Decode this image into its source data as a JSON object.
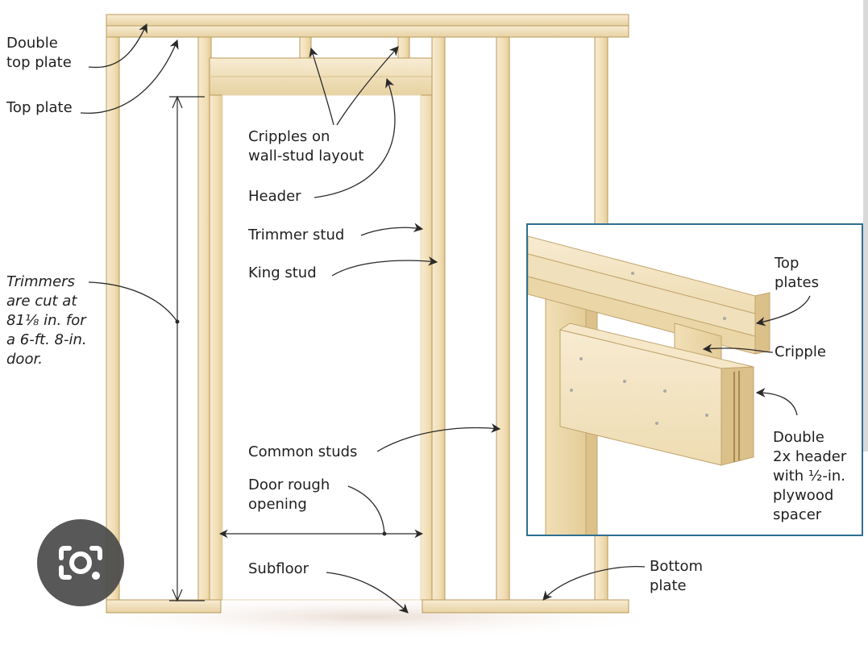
{
  "labels": {
    "double_top_plate": "Double\ntop plate",
    "top_plate": "Top plate",
    "cripples_layout": "Cripples on\nwall-stud layout",
    "header": "Header",
    "trimmer_stud": "Trimmer stud",
    "king_stud": "King stud",
    "trimmers_note": "Trimmers\nare cut at\n81⅛ in. for\na 6-ft. 8-in.\ndoor.",
    "common_studs": "Common studs",
    "door_rough_opening": "Door rough\nopening",
    "subfloor": "Subfloor",
    "bottom_plate": "Bottom\nplate"
  },
  "inset": {
    "top_plates": "Top\nplates",
    "cripple": "Cripple",
    "double_header": "Double\n2x header\nwith ½-in.\nplywood\nspacer"
  },
  "colors": {
    "wood": "#f3e3bc",
    "wood_dark": "#e3cc98",
    "wood_edge": "#b99b5f",
    "inset_border": "#2f6f92",
    "text": "#1f1f1f"
  },
  "icons": {
    "lens_button": "camera-lens-icon"
  }
}
